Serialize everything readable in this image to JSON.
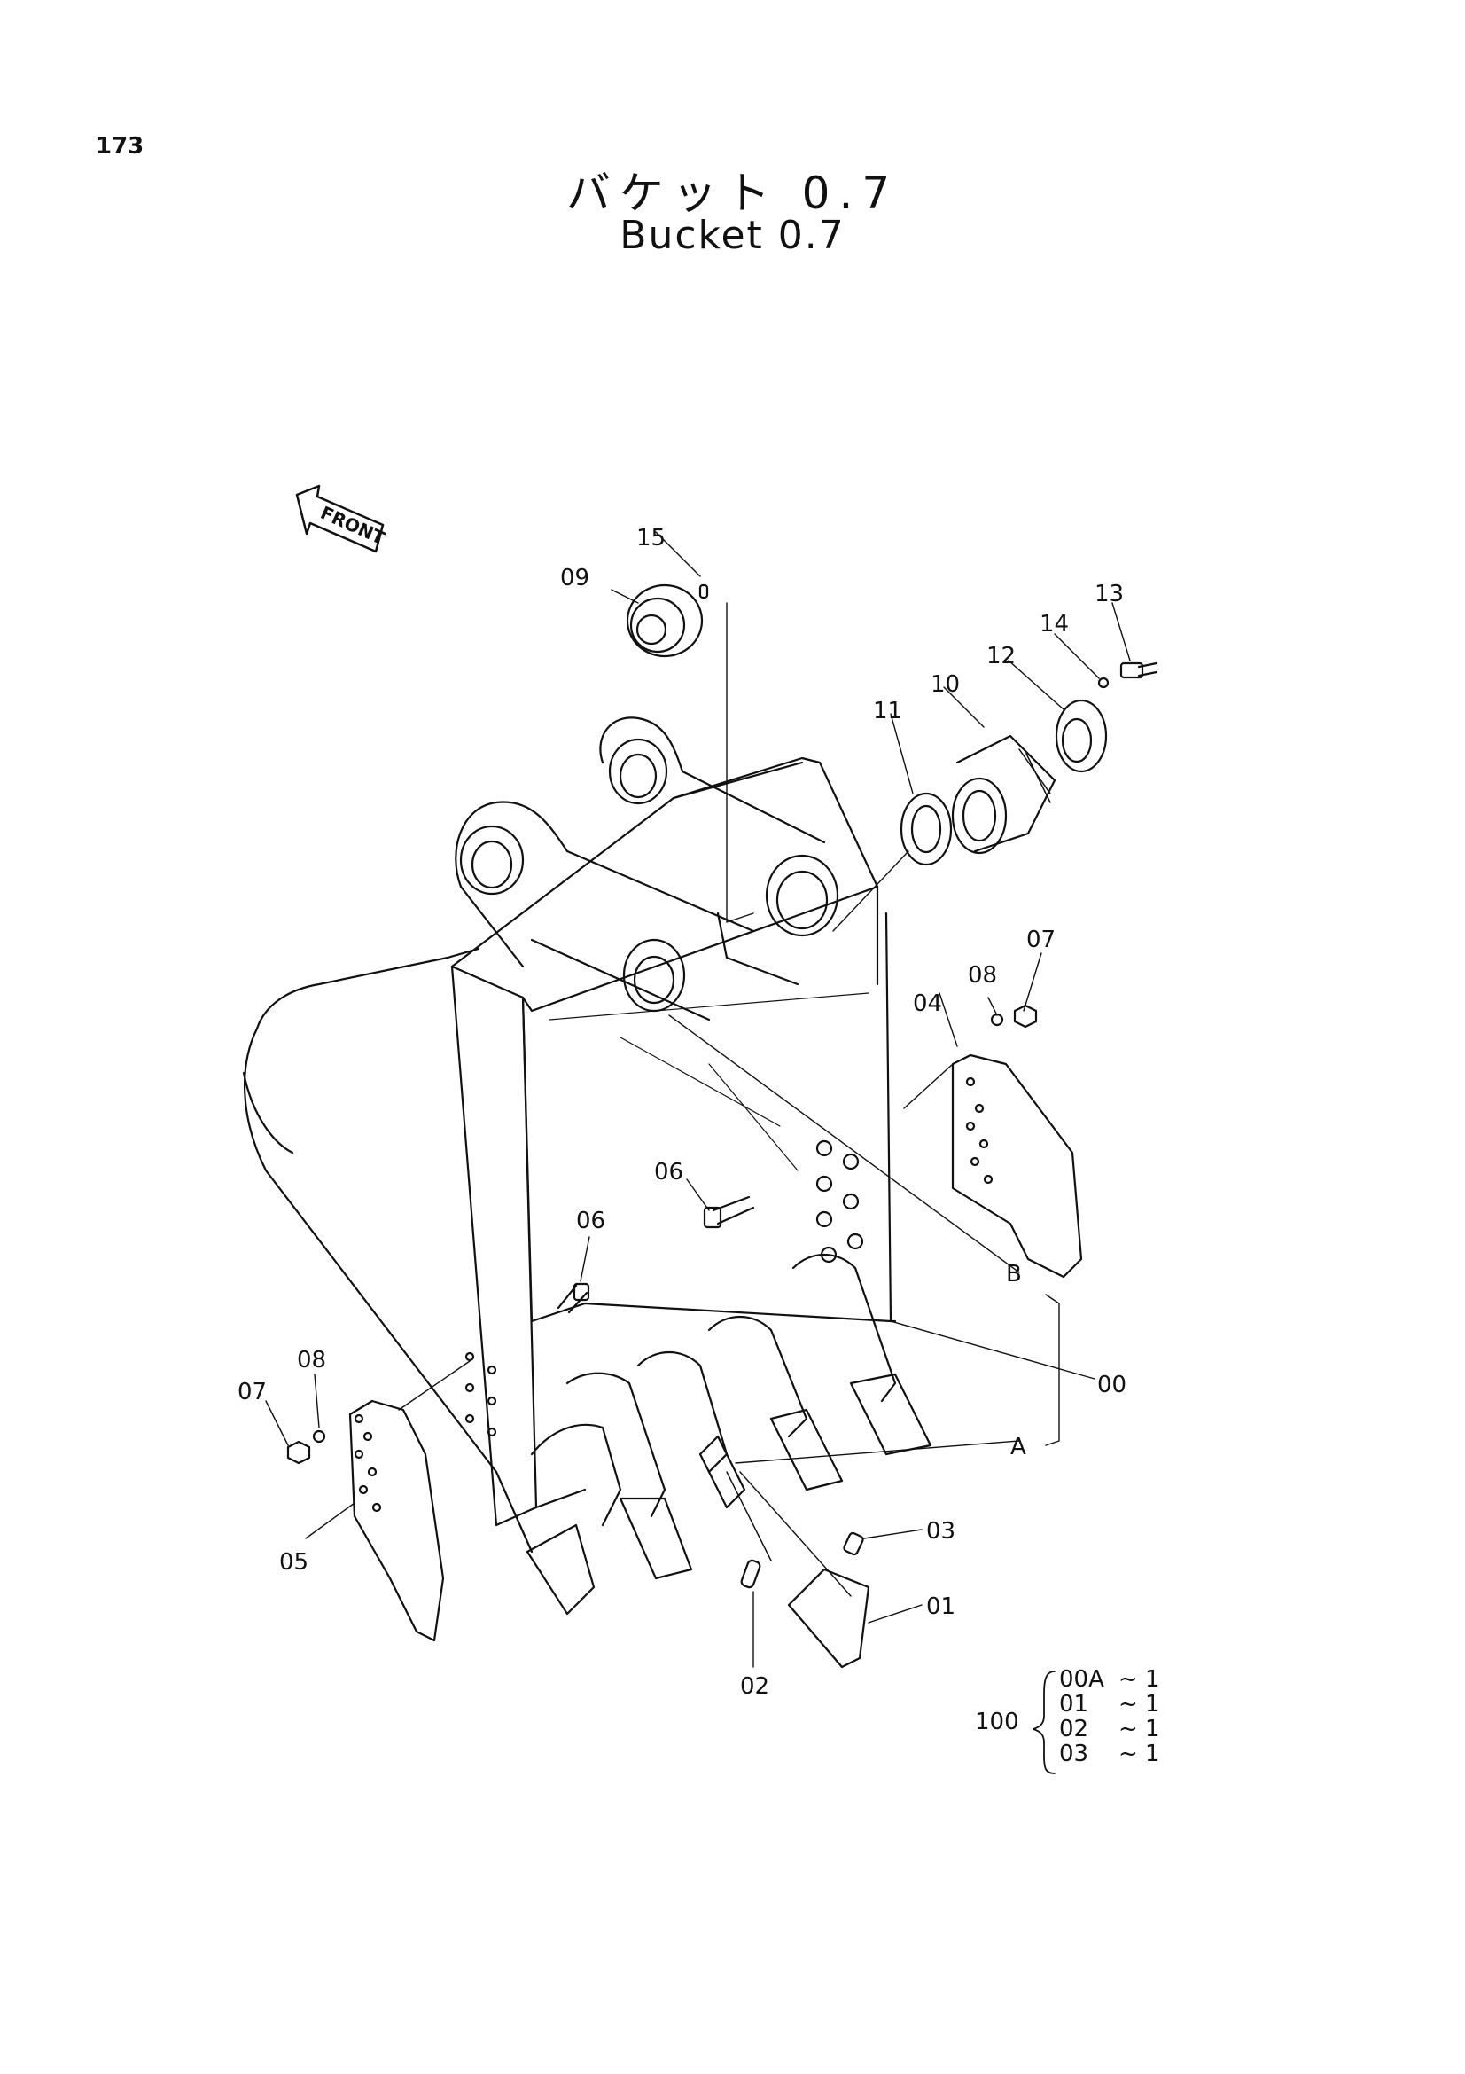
{
  "page_number": "173",
  "title_jp": "バケット 0.7",
  "title_en": "Bucket 0.7",
  "front_label": "FRONT",
  "callouts": {
    "c00": "00",
    "c01": "01",
    "c02": "02",
    "c03": "03",
    "c04": "04",
    "c05": "05",
    "c06a": "06",
    "c06b": "06",
    "c07a": "07",
    "c07b": "07",
    "c08a": "08",
    "c08b": "08",
    "c09": "09",
    "c10": "10",
    "c11": "11",
    "c12": "12",
    "c13": "13",
    "c14": "14",
    "c15": "15",
    "cA": "A",
    "cB": "B"
  },
  "kit": {
    "number": "100",
    "items": [
      {
        "part": "00A",
        "qty": "~ 1"
      },
      {
        "part": "01",
        "qty": "~ 1"
      },
      {
        "part": "02",
        "qty": "~ 1"
      },
      {
        "part": "03",
        "qty": "~ 1"
      }
    ]
  }
}
